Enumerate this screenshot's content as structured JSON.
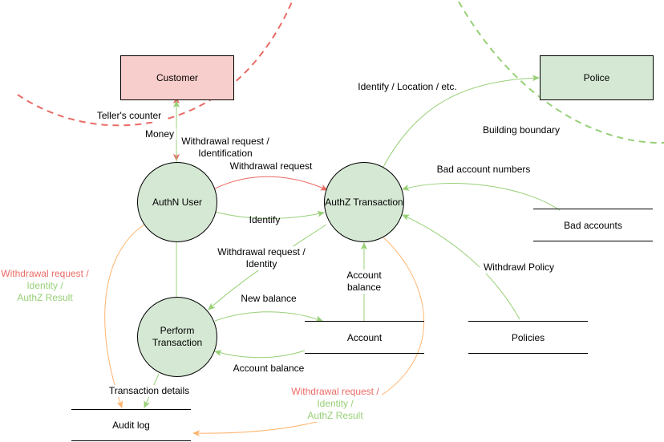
{
  "colors": {
    "process_fill": "#d5e8d4",
    "customer_fill": "#f8cecc",
    "police_fill": "#d5e8d4",
    "red": "#ea6b66",
    "green": "#97d077",
    "orange": "#ffb570",
    "boundary_red": "#ea6b66",
    "boundary_green": "#97d077"
  },
  "entities": {
    "customer": "Customer",
    "police": "Police"
  },
  "processes": {
    "authn": "AuthN User",
    "authz": "AuthZ Transaction",
    "perform_line1": "Perform",
    "perform_line2": "Transaction"
  },
  "stores": {
    "bad_accounts": "Bad accounts",
    "account": "Account",
    "policies": "Policies",
    "audit_log": "Audit log"
  },
  "boundaries": {
    "tellers_counter": "Teller's counter",
    "building_boundary": "Building boundary"
  },
  "flows": {
    "money": "Money",
    "withdrawal_identification_line1": "Withdrawal request /",
    "withdrawal_identification_line2": "Identification",
    "withdrawal_request": "Withdrawal request",
    "identify": "Identify",
    "identify_location": "Identify / Location / etc.",
    "bad_account_numbers": "Bad account numbers",
    "withdrawal_identity_line1": "Withdrawal request /",
    "withdrawal_identity_line2": "Identity",
    "account_balance_line1": "Account",
    "account_balance_line2": "balance",
    "withdrawl_policy": "Withdrawl Policy",
    "new_balance": "New balance",
    "account_balance": "Account balance",
    "transaction_details": "Transaction details",
    "left_audit_line1": "Withdrawal request /",
    "left_audit_line2": "Identity /",
    "left_audit_line3": "AuthZ Result",
    "bottom_audit_line1": "Withdrawal request /",
    "bottom_audit_line2": "Identity /",
    "bottom_audit_line3": "AuthZ Result"
  }
}
